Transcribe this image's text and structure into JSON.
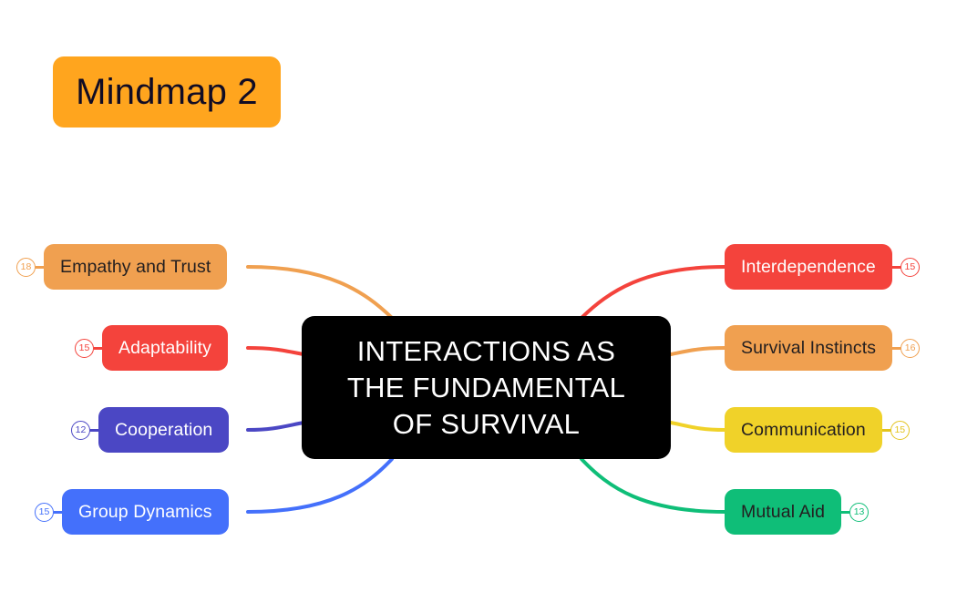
{
  "title": {
    "label": "Mindmap 2",
    "bg_color": "#FFA51E",
    "text_color": "#110C24"
  },
  "center": {
    "name": "central-topic",
    "lines": [
      "INTERACTIONS AS",
      "THE FUNDAMENTAL",
      "OF SURVIVAL"
    ],
    "full_text": "INTERACTIONS AS THE FUNDAMENTAL OF SURVIVAL",
    "bg_color": "#000000",
    "text_color": "#FFFFFF"
  },
  "branches": {
    "left": [
      {
        "label": "Empathy and Trust",
        "badge": "18",
        "color": "#F0A050",
        "text_color": "#231F20"
      },
      {
        "label": "Adaptability",
        "badge": "15",
        "color": "#F4433C",
        "text_color": "#FFFFFF"
      },
      {
        "label": "Cooperation",
        "badge": "12",
        "color": "#4B47C4",
        "text_color": "#FFFFFF"
      },
      {
        "label": "Group Dynamics",
        "badge": "15",
        "color": "#4470FB",
        "text_color": "#FFFFFF"
      }
    ],
    "right": [
      {
        "label": "Interdependence",
        "badge": "15",
        "color": "#F4433C",
        "text_color": "#FFFFFF"
      },
      {
        "label": "Survival Instincts",
        "badge": "16",
        "color": "#F0A050",
        "text_color": "#231F20"
      },
      {
        "label": "Communication",
        "badge": "15",
        "color": "#F0D229",
        "text_color": "#231F20"
      },
      {
        "label": "Mutual Aid",
        "badge": "13",
        "color": "#0FBE78",
        "text_color": "#231F20"
      }
    ]
  },
  "canvas": {
    "background": "#FFFFFF"
  }
}
